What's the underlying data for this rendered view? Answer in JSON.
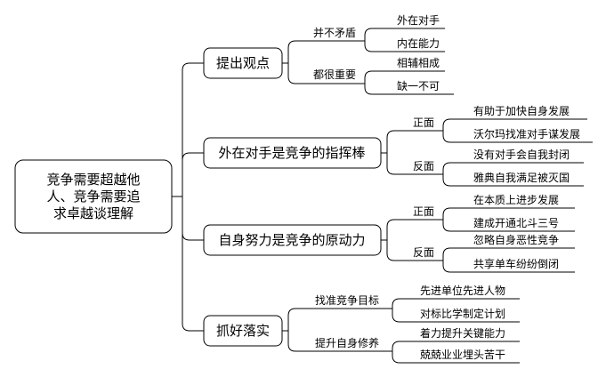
{
  "root": {
    "lines": [
      "竞争需要超越他",
      "人、竞争需要追",
      "求卓越谈理解"
    ]
  },
  "branches": [
    {
      "label": "提出观点",
      "groups": [
        {
          "label": "并不矛盾",
          "leaves": [
            "外在对手",
            "内在能力"
          ]
        },
        {
          "label": "都很重要",
          "leaves": [
            "相辅相成",
            "缺一不可"
          ]
        }
      ]
    },
    {
      "label": "外在对手是竞争的指挥棒",
      "groups": [
        {
          "label": "正面",
          "leaves": [
            "有助于加快自身发展",
            "沃尔玛找准对手谋发展"
          ]
        },
        {
          "label": "反面",
          "leaves": [
            "没有对手会自我封闭",
            "雅典自我满足被灭国"
          ]
        }
      ]
    },
    {
      "label": "自身努力是竞争的原动力",
      "groups": [
        {
          "label": "正面",
          "leaves": [
            "在本质上进步发展",
            "建成开通北斗三号"
          ]
        },
        {
          "label": "反面",
          "leaves": [
            "忽略自身恶性竞争",
            "共享单车纷纷倒闭"
          ]
        }
      ]
    },
    {
      "label": "抓好落实",
      "groups": [
        {
          "label": "找准竞争目标",
          "leaves": [
            "先进单位先进人物",
            "对标比学制定计划"
          ]
        },
        {
          "label": "提升自身修养",
          "leaves": [
            "着力提升关键能力",
            "兢兢业业埋头苦干"
          ]
        }
      ]
    }
  ]
}
